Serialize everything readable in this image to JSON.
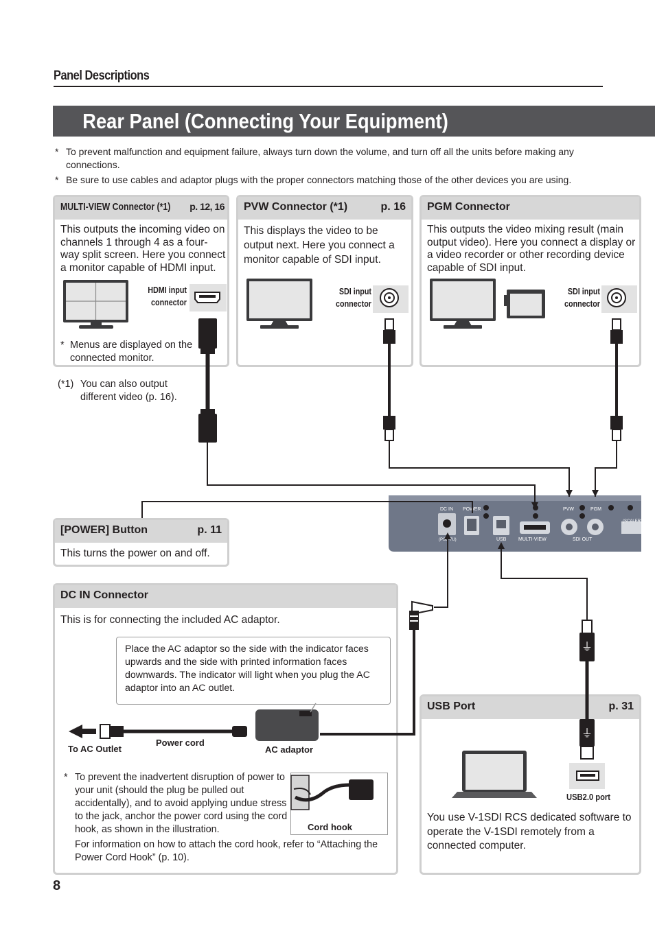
{
  "header": {
    "section": "Panel Descriptions",
    "title": "Rear Panel (Connecting Your Equipment)"
  },
  "notes": [
    {
      "mark": "*",
      "text": "To prevent malfunction and equipment failure, always turn down the volume, and turn off all the units before making any connections."
    },
    {
      "mark": "*",
      "text": "Be sure to use cables and adaptor plugs with the proper connectors matching those of the other devices you are using."
    }
  ],
  "multiview": {
    "title": "MULTI-VIEW Connector (*1)",
    "page": "p. 12, 16",
    "body": "This outputs the incoming video on channels 1 through 4 as a four-way split screen. Here you connect a monitor capable of HDMI input.",
    "port_label": "HDMI input connector",
    "note_mark": "*",
    "note": "Menus are displayed on the connected monitor.",
    "footnote_mark": "(*1)",
    "footnote": "You can also output different video (p. 16)."
  },
  "pvw": {
    "title": "PVW Connector (*1)",
    "page": "p. 16",
    "body": "This displays the video to be output next. Here you connect a monitor capable of SDI input.",
    "port_label": "SDI input connector"
  },
  "pgm": {
    "title": "PGM Connector",
    "body": "This outputs the video mixing result (main output video). Here you connect a display or a video recorder or other recording device capable of SDI input.",
    "port_label": "SDI input connector"
  },
  "power": {
    "title": "[POWER] Button",
    "page": "p. 11",
    "body": "This turns the power on and off."
  },
  "dcin": {
    "title": "DC IN Connector",
    "body": "This is for connecting the included AC adaptor.",
    "callout": "Place the AC adaptor so the side with the indicator faces upwards and the side with printed information faces downwards. The indicator will light when you plug the AC adaptor into an AC outlet.",
    "to_outlet": "To AC Outlet",
    "power_cord": "Power cord",
    "ac_adaptor": "AC adaptor",
    "cord_hook": "Cord hook",
    "note_mark": "*",
    "note": "To prevent the inadvertent disruption of power to your unit (should the plug be pulled out accidentally), and to avoid applying undue stress to the jack, anchor the power cord using the cord hook, as shown in the illustration.",
    "note2": "For information on how to attach the cord hook, refer to “Attaching the Power Cord Hook” (p. 10)."
  },
  "usb": {
    "title": "USB Port",
    "page": "p. 31",
    "port_label": "USB2.0 port",
    "body": "You use V-1SDI RCS dedicated software to operate the V-1SDI remotely from a connected computer."
  },
  "device_labels": {
    "dc_in": "DC IN",
    "power": "POWER",
    "psb": "(PSB-7U)",
    "usb": "USB",
    "multiview": "MULTI-VIEW",
    "pvw": "PVW",
    "pgm": "PGM",
    "sdi_out": "SDI OUT",
    "scaler": "(SCALER)"
  },
  "page_number": "8"
}
